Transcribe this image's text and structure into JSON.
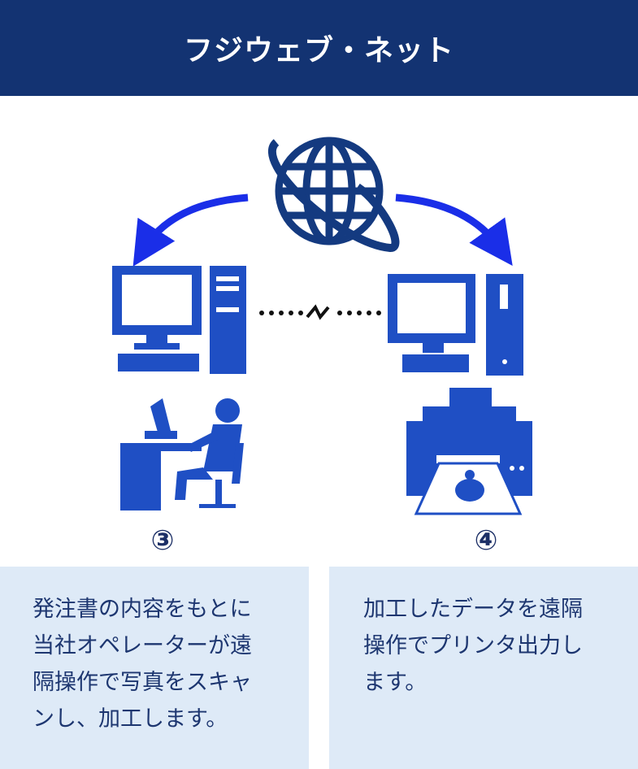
{
  "header": {
    "title": "フジウェブ・ネット"
  },
  "steps": [
    {
      "number": "③",
      "lines": [
        "発注書の内容をもとに",
        "当社オペレーターが遠",
        "隔操作で写真をスキャ",
        "ンし、加工します。"
      ]
    },
    {
      "number": "④",
      "lines": [
        "加工したデータを遠隔",
        "操作でプリンタ出力し",
        "ます。"
      ]
    }
  ],
  "colors": {
    "header": "#133372",
    "icon": "#1f4fc4",
    "arrow": "#1a2ee8",
    "box": "#deeaf7"
  }
}
